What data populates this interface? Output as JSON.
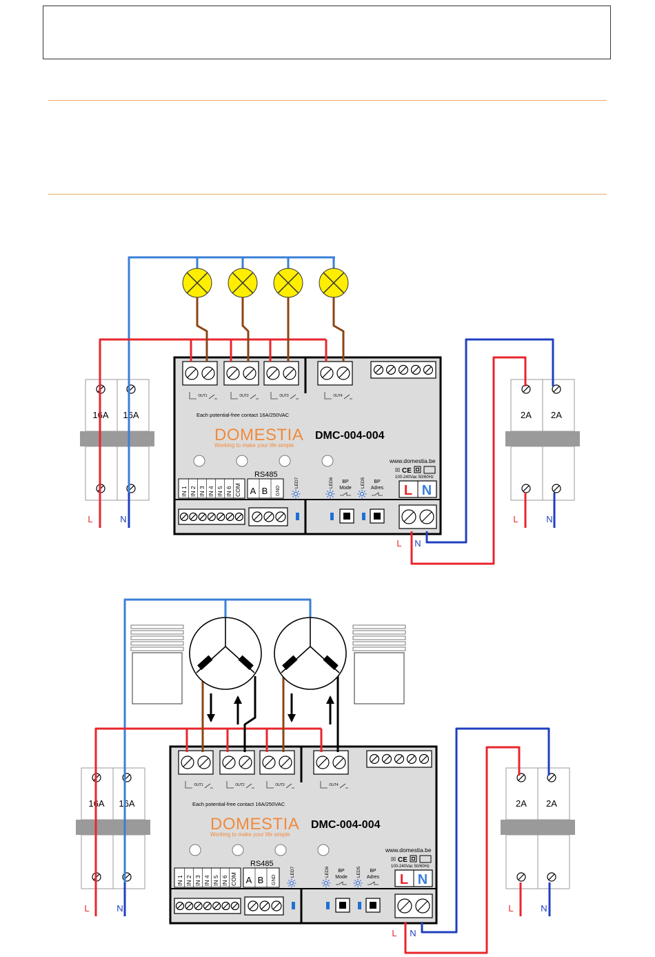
{
  "colors": {
    "live": "#e8262c",
    "neutral": "#1f3fbf",
    "supply": "#3a7fd6",
    "load": "#8b4513",
    "lamp_fill": "#ffee00",
    "module_fill": "#dcdcdc",
    "brand": "#f08a3c",
    "separator": "#f0a868"
  },
  "module": {
    "brand": "DOMESTIA",
    "tagline": "Working to make your life simple",
    "model": "DMC-004-004",
    "website": "www.domestia.be",
    "contact_note": "Each potential-free contact 16A/250VAC",
    "outputs": [
      "OUT1",
      "OUT2",
      "OUT3",
      "OUT4"
    ],
    "inputs": [
      "IN 1",
      "IN 2",
      "IN 3",
      "IN 4",
      "IN 5",
      "IN 6",
      "COM"
    ],
    "bus_label": "RS485",
    "bus_terminals": [
      "A",
      "B",
      "GND"
    ],
    "leds": [
      "LED7",
      "LED6",
      "LED5"
    ],
    "bp_mode": [
      "BP",
      "Mode"
    ],
    "bp_adres": [
      "BP",
      "Adres"
    ],
    "power_rating": "100-240Vac 50/60Hz",
    "power_L": "L",
    "power_N": "N"
  },
  "breakers": {
    "load_rating": "16A",
    "supply_rating": "2A",
    "L": "L",
    "N": "N"
  },
  "diagrams": [
    {
      "name": "lamps",
      "load_count": 4
    },
    {
      "name": "motors",
      "load_count": 2
    }
  ]
}
